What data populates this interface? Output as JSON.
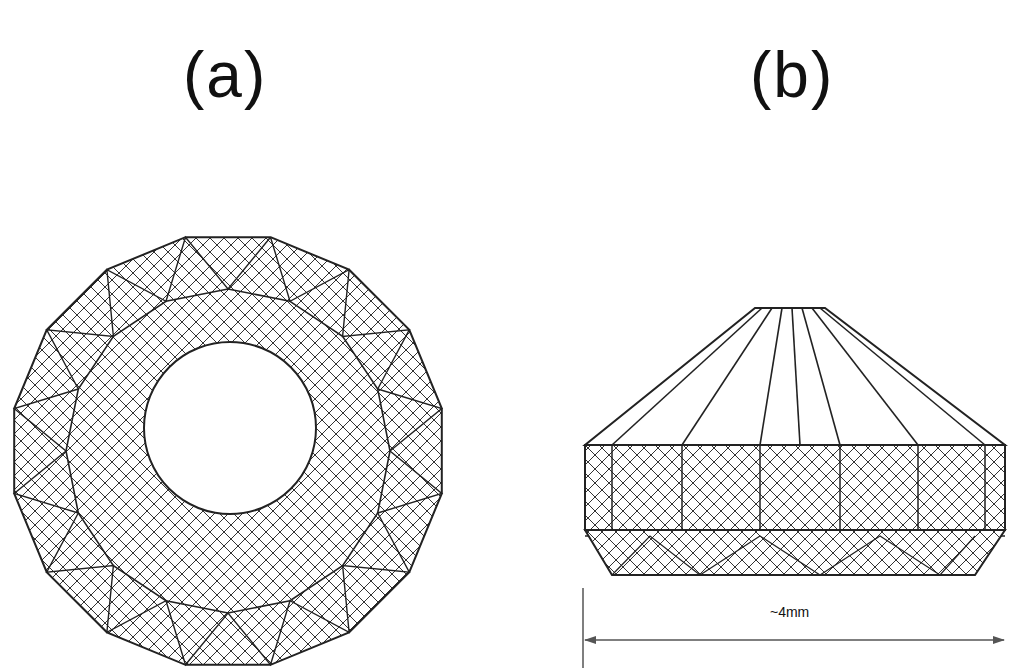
{
  "diagram": {
    "labels": [
      "(a)",
      "(b)",
      "~4mm"
    ]
  }
}
